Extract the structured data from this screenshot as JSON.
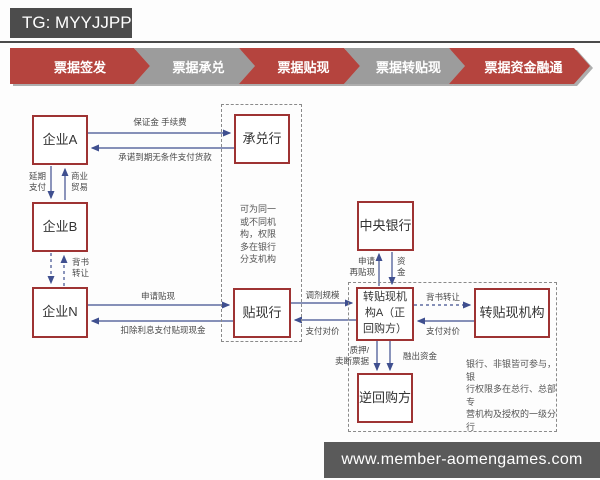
{
  "header": {
    "tg_label": "TG: MYYJJPP"
  },
  "banner": {
    "red": "#b5443e",
    "gray": "#9c9c9c",
    "stages": [
      {
        "label": "票据签发",
        "color": "red"
      },
      {
        "label": "票据承兑",
        "color": "gray"
      },
      {
        "label": "票据贴现",
        "color": "red"
      },
      {
        "label": "票据转贴现",
        "color": "gray"
      },
      {
        "label": "票据资金融通",
        "color": "red"
      }
    ]
  },
  "diagram": {
    "colors": {
      "node_border": "#9e3333",
      "arrow": "#3f4f8f",
      "dashed_box": "#8a8a8a"
    },
    "nodes": [
      {
        "id": "enterprise-a",
        "label": "企业A"
      },
      {
        "id": "enterprise-b",
        "label": "企业B"
      },
      {
        "id": "enterprise-n",
        "label": "企业N"
      },
      {
        "id": "accepting-bank",
        "label": "承兑行"
      },
      {
        "id": "central-bank",
        "label": "中央银行"
      },
      {
        "id": "discount-bank",
        "label": "贴现行"
      },
      {
        "id": "rediscount-institution-a",
        "label": "转贴现机\n构A（正\n回购方）"
      },
      {
        "id": "rediscount-institution",
        "label": "转贴现机构"
      },
      {
        "id": "reverse-repo-party",
        "label": "逆回购方"
      }
    ],
    "edge_labels": {
      "guarantee_fee": "保证金 手续费",
      "promise_pay": "承诺到期无条件支付货款",
      "deferred_payment": "延期\n支付",
      "commercial_trade": "商业\n贸易",
      "endorsement_transfer_1": "背书\n转让",
      "apply_discount": "申请贴现",
      "deduct_interest": "扣除利息支付贴现现金",
      "adjust_scale": "调剂规模",
      "pay_consideration_1": "支付对价",
      "apply_rediscount": "申请\n再贴现",
      "funds": "资\n金",
      "endorsement_transfer_2": "背书转让",
      "pay_consideration_2": "支付对价",
      "pledge_sell_bills": "质押/\n卖断票据",
      "lend_funds": "融出资金"
    },
    "notes": {
      "same_or_different": "可为同一\n或不同机\n构，权限\n多在银行\n分支机构",
      "participation": "银行、非银皆可参与，银\n行权限多在总行、总部专\n营机构及授权的一级分行"
    }
  },
  "footer": {
    "url": "www.member-aomengames.com"
  }
}
